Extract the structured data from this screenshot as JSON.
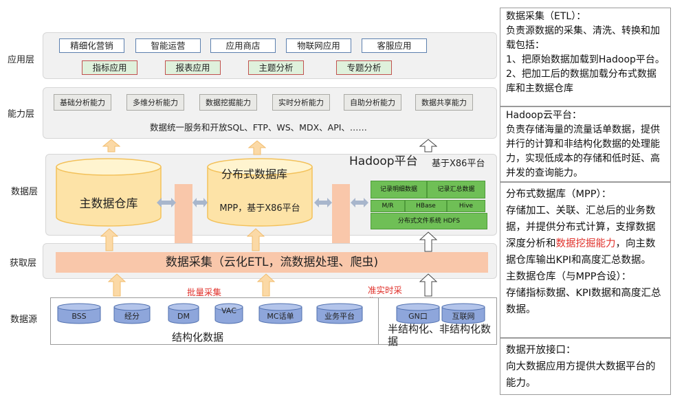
{
  "layers": {
    "application": "应用层",
    "capability": "能力层",
    "data": "数据层",
    "acquisition": "获取层",
    "source": "数据源"
  },
  "apps_row1": [
    "精细化营销",
    "智能运营",
    "应用商店",
    "物联网应用",
    "客服应用"
  ],
  "apps_row2": [
    "指标应用",
    "报表应用",
    "主题分析",
    "专题分析"
  ],
  "capabilities": [
    "基础分析能力",
    "多维分析能力",
    "数据挖掘能力",
    "实时分析能力",
    "自助分析能力",
    "数据共享能力"
  ],
  "capability_note": "数据统一服务和开放SQL、FTP、WS、MDX、API、……",
  "warehouse": "主数据仓库",
  "mpp": {
    "title": "分布式数据库",
    "subtitle": "MPP，基于X86平台"
  },
  "hadoop": {
    "title": "Hadoop平台",
    "subtitle": "基于X86平台",
    "detail_records": "记录明细数据",
    "summary_records": "记录汇总数据",
    "mr": "M/R",
    "hbase": "HBase",
    "hive": "Hive",
    "hdfs": "分布式文件系统 HDFS"
  },
  "acquisition_bar": "数据采集（云化ETL，流数据处理、爬虫)",
  "batch_label": "批量采集",
  "realtime_label": "准实时采集",
  "structured_sources": [
    "BSS",
    "经分",
    "DM",
    "VAC",
    "MC话单",
    "业务平台"
  ],
  "structured_label": "结构化数据",
  "semi_sources": [
    "GN口",
    "互联网"
  ],
  "semi_label": "半结构化、非结构化数据",
  "panels": {
    "etl": {
      "title": "数据采集（ETL）：",
      "line1": "负责源数据的采集、清洗、转换和加载包括：",
      "line2": "1、把原始数据加载到Hadoop平台。",
      "line3": "2、把加工后的数据加载分布式数据库和主数据仓库"
    },
    "hadoop": {
      "title": "Hadoop云平台：",
      "body": "负责存储海量的流量话单数据，提供并行的计算和非结构化数据的处理能力，实现低成本的存储和低时延、高并发的查询能力。"
    },
    "mpp": {
      "title": "分布式数据库（MPP）：",
      "body_pre": "存储加工、关联、汇总后的业务数据，并提供分布式计算，支撑数据深度分析和",
      "body_red": "数据挖掘能力",
      "body_post": "，向主数据仓库输出KPI和高度汇总数据。",
      "wh_title": "主数据仓库（与MPP合设）：",
      "wh_body": "存储指标数据、KPI数据和高度汇总数据。"
    },
    "open": {
      "title": "数据开放接口：",
      "body": "向大数据应用方提供大数据平台的能力。"
    }
  },
  "colors": {
    "green_box": "#dff1dc",
    "app_border": "#5b7fae",
    "salmon": "#f9c7aa",
    "arrow_fill": "#fbd9a6",
    "cyl_fill": "#fde3a7",
    "cyl_top": "#fff4cf",
    "hadoop_green": "#6fbf56",
    "db_blue": "#8ea6db"
  }
}
